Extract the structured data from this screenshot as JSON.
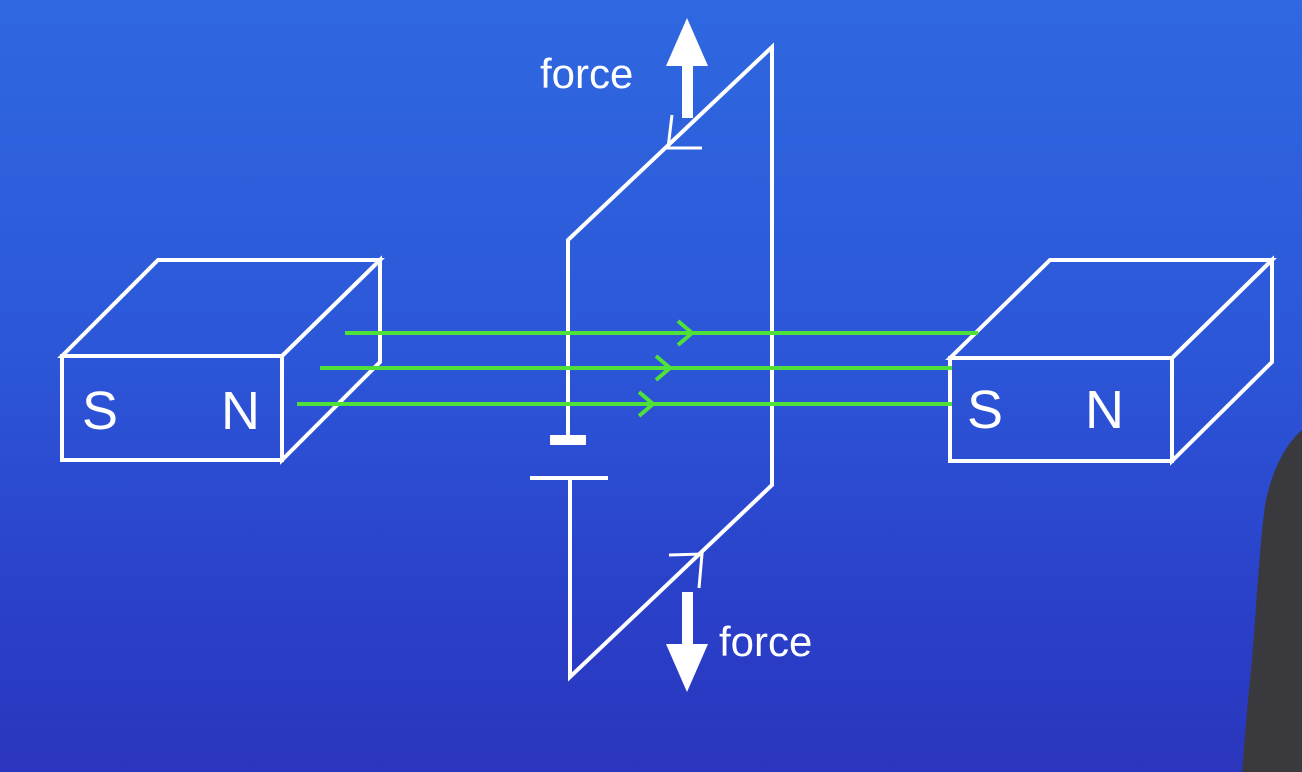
{
  "magnet_left": {
    "pole_1": "S",
    "pole_2": "N"
  },
  "magnet_right": {
    "pole_1": "S",
    "pole_2": "N"
  },
  "force_top": {
    "label": "force"
  },
  "force_bottom": {
    "label": "force"
  },
  "colors": {
    "background": "#2c57d8",
    "field_lines": "#4fe03a",
    "outline": "#ffffff"
  }
}
